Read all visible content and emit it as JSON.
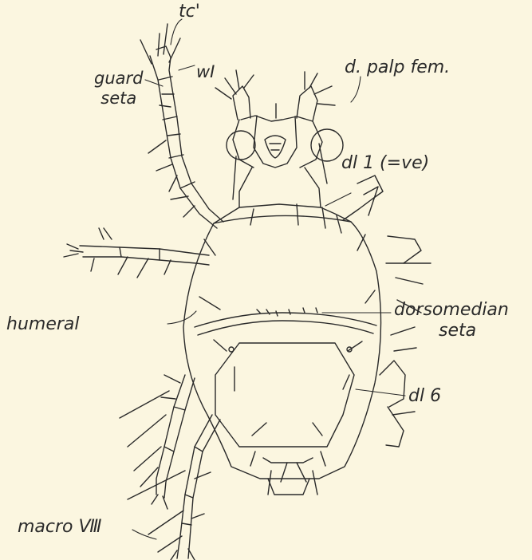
{
  "figure": {
    "background": "#fbf6e0",
    "ink": "#2a2a2a"
  },
  "labels": {
    "tc": "tc'",
    "wi": "wI",
    "guard_seta_line1": "guard",
    "guard_seta_line2": "seta",
    "d_palp_fem": "d. palp fem.",
    "dl1": "dl 1 (=ve)",
    "dorsomedian_line1": "dorsomedian",
    "dorsomedian_line2": "seta",
    "humeral": "humeral",
    "dl6": "dl 6",
    "macro_iv": "macro Ⅷ"
  }
}
